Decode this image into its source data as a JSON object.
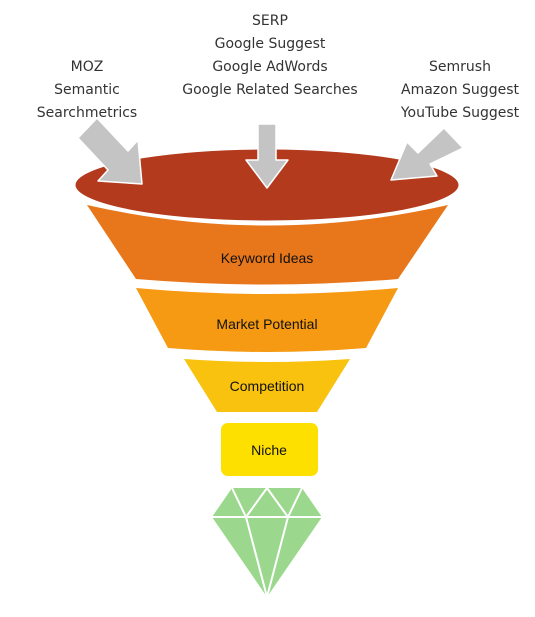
{
  "sources": {
    "left": [
      "MOZ",
      "Semantic",
      "Searchmetrics"
    ],
    "center": [
      "SERP",
      "Google Suggest",
      "Google AdWords",
      "Google Related Searches"
    ],
    "right": [
      "Semrush",
      "Amazon Suggest",
      "YouTube Suggest"
    ]
  },
  "stages": [
    {
      "label": "Keyword Ideas",
      "color": "#e8761a"
    },
    {
      "label": "Market Potential",
      "color": "#f59a12"
    },
    {
      "label": "Competition",
      "color": "#f8c20e"
    },
    {
      "label": "Niche",
      "color": "#fde000"
    }
  ],
  "colors": {
    "funnel_top": "#b33a1c",
    "arrow": "#c4c4c4",
    "diamond": "#9bd88d"
  },
  "icons": {
    "arrows": "down-arrow-icon",
    "result": "diamond-icon"
  }
}
